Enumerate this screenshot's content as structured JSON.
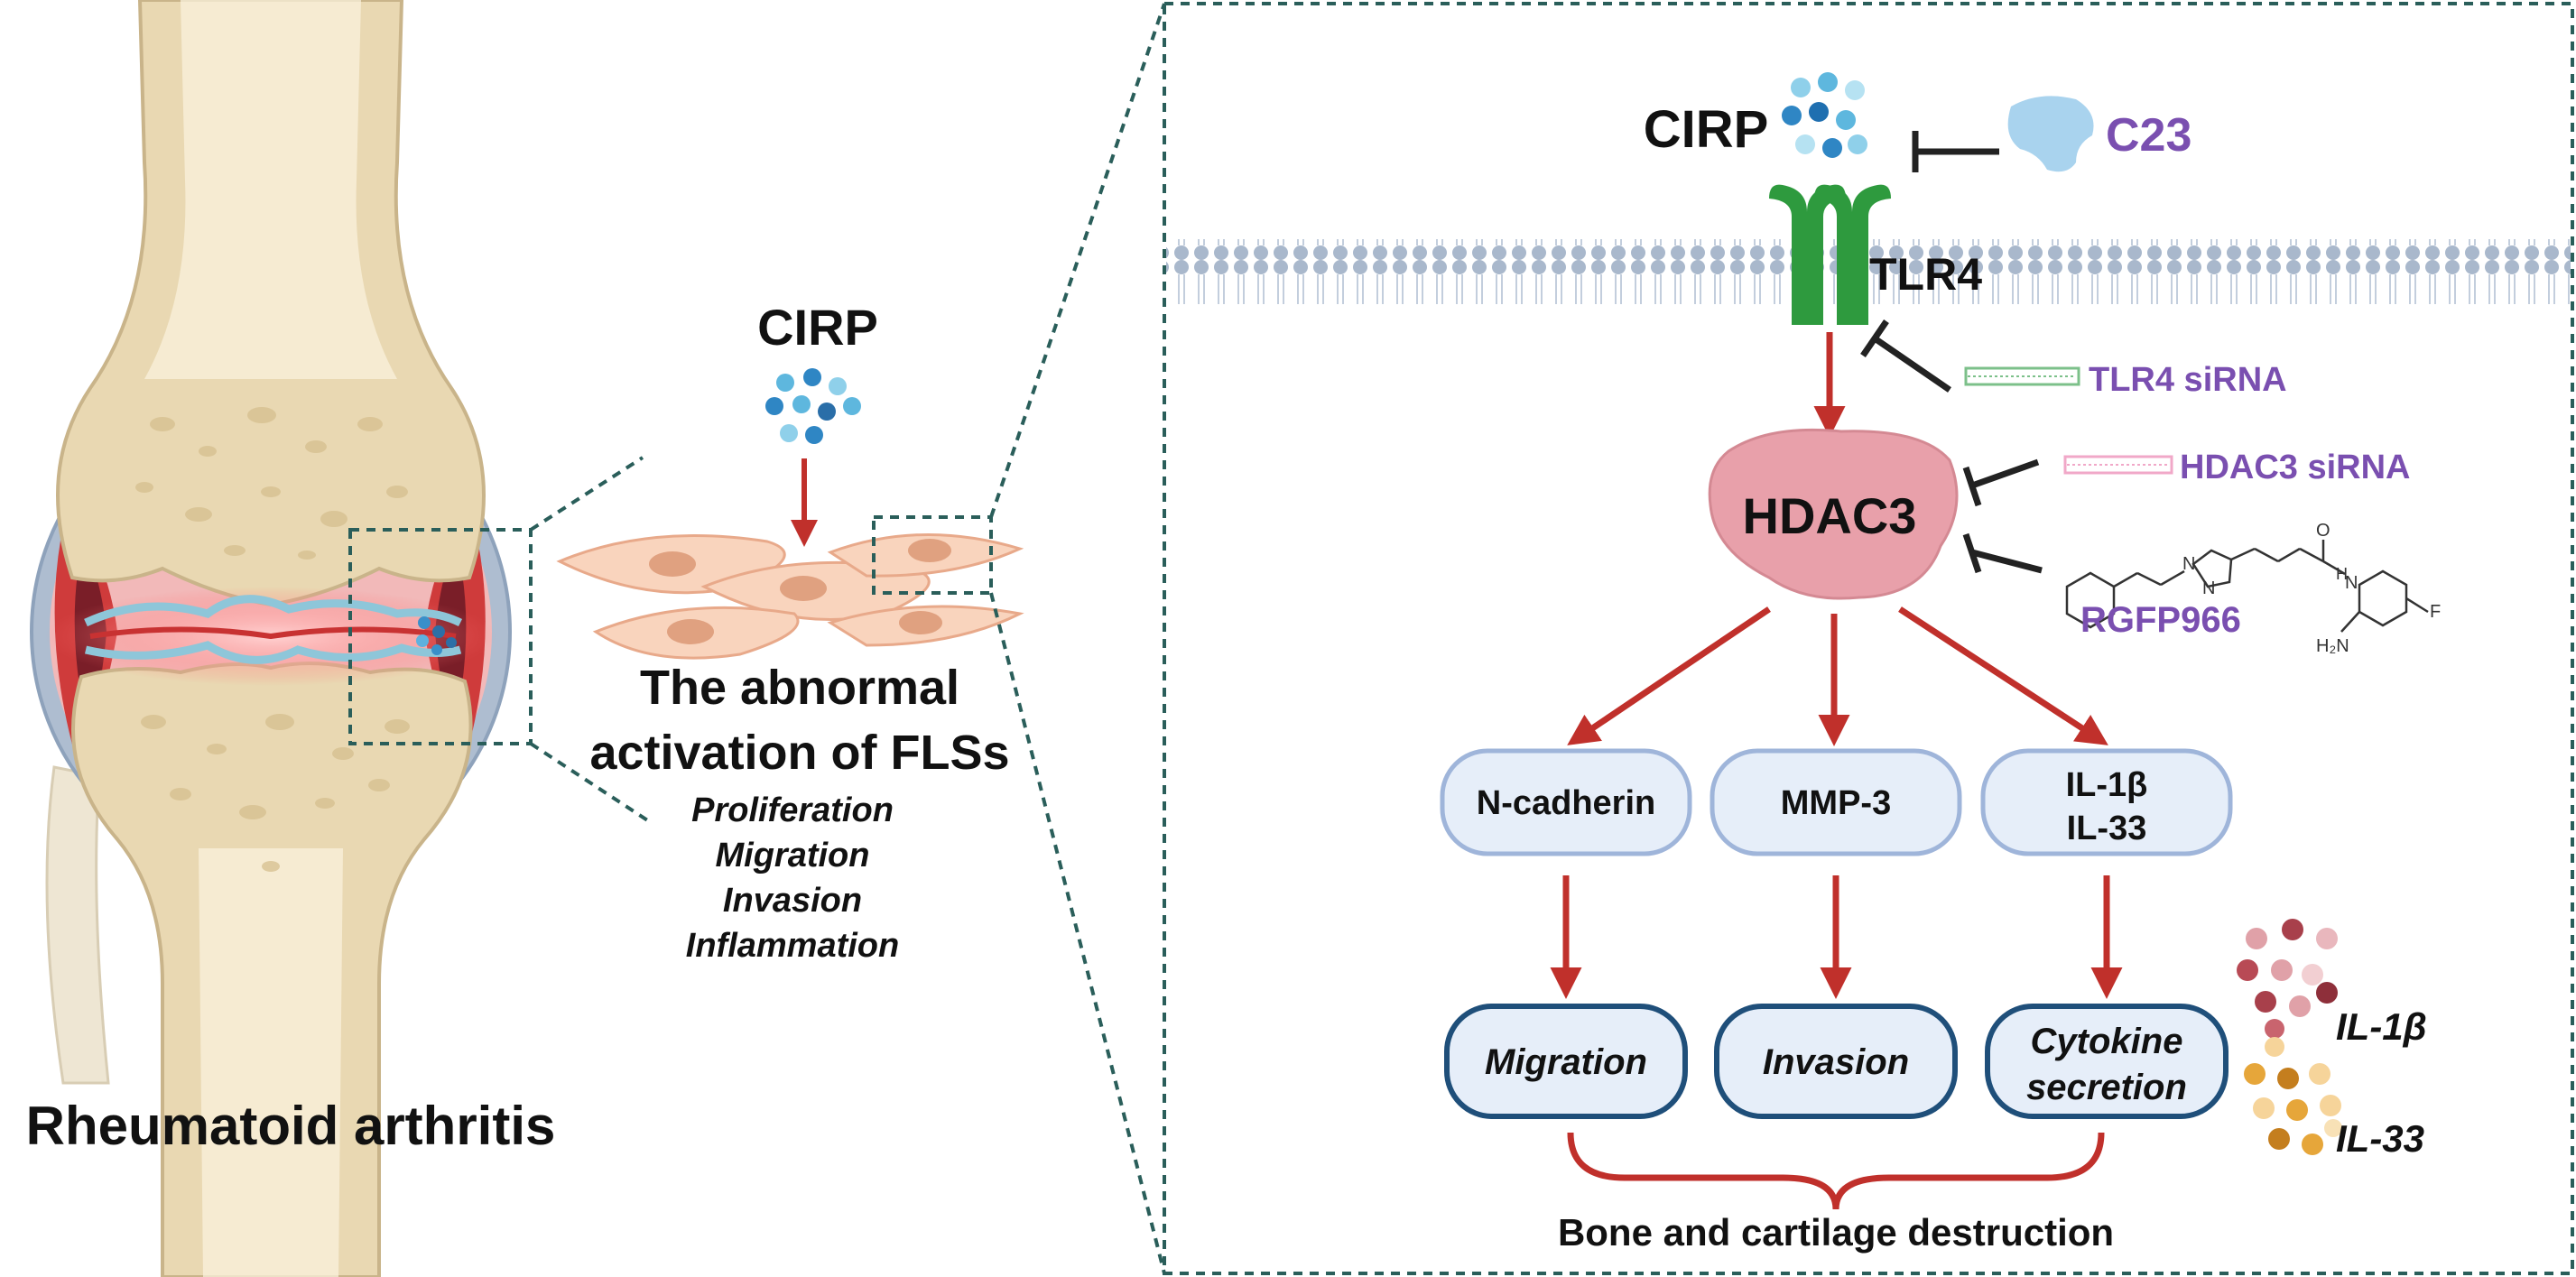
{
  "left_panel": {
    "disease_label": "Rheumatoid arthritis",
    "cirp_label": "CIRP",
    "fls_title_line1": "The abnormal",
    "fls_title_line2": "activation of FLSs",
    "fls_effects": [
      "Proliferation",
      "Migration",
      "Invasion",
      "Inflammation"
    ]
  },
  "right_panel": {
    "cirp_label": "CIRP",
    "receptor_label": "TLR4",
    "enzyme_label": "HDAC3",
    "inhibitors": {
      "c23": "C23",
      "tlr4_sirna": "TLR4 siRNA",
      "hdac3_sirna": "HDAC3 siRNA",
      "rgfp966": "RGFP966",
      "rgfp966_atoms": {
        "n1": "N",
        "n2": "N",
        "o": "O",
        "nh": "H",
        "n3": "N",
        "f": "F",
        "nh2": "H₂N"
      }
    },
    "targets": [
      {
        "lines": [
          "N-cadherin"
        ]
      },
      {
        "lines": [
          "MMP-3"
        ]
      },
      {
        "lines": [
          "IL-1β",
          "IL-33"
        ]
      }
    ],
    "outcomes": [
      {
        "lines": [
          "Migration"
        ]
      },
      {
        "lines": [
          "Invasion"
        ]
      },
      {
        "lines": [
          "Cytokine",
          "secretion"
        ]
      }
    ],
    "cytokine_labels": [
      "IL-1β",
      "IL-33"
    ],
    "final_outcome": "Bone and cartilage destruction"
  },
  "colors": {
    "arrow_red": "#c0302b",
    "inhibitor_black": "#222222",
    "drug_purple": "#7a4fb0",
    "dash_teal": "#2a5e5a",
    "receptor_green": "#2e9a3e",
    "hdac3_pink": "#e8a0aa",
    "target_fill": "#e6eef9",
    "target_border": "#9fb5da",
    "outcome_border": "#1f4f7a"
  }
}
